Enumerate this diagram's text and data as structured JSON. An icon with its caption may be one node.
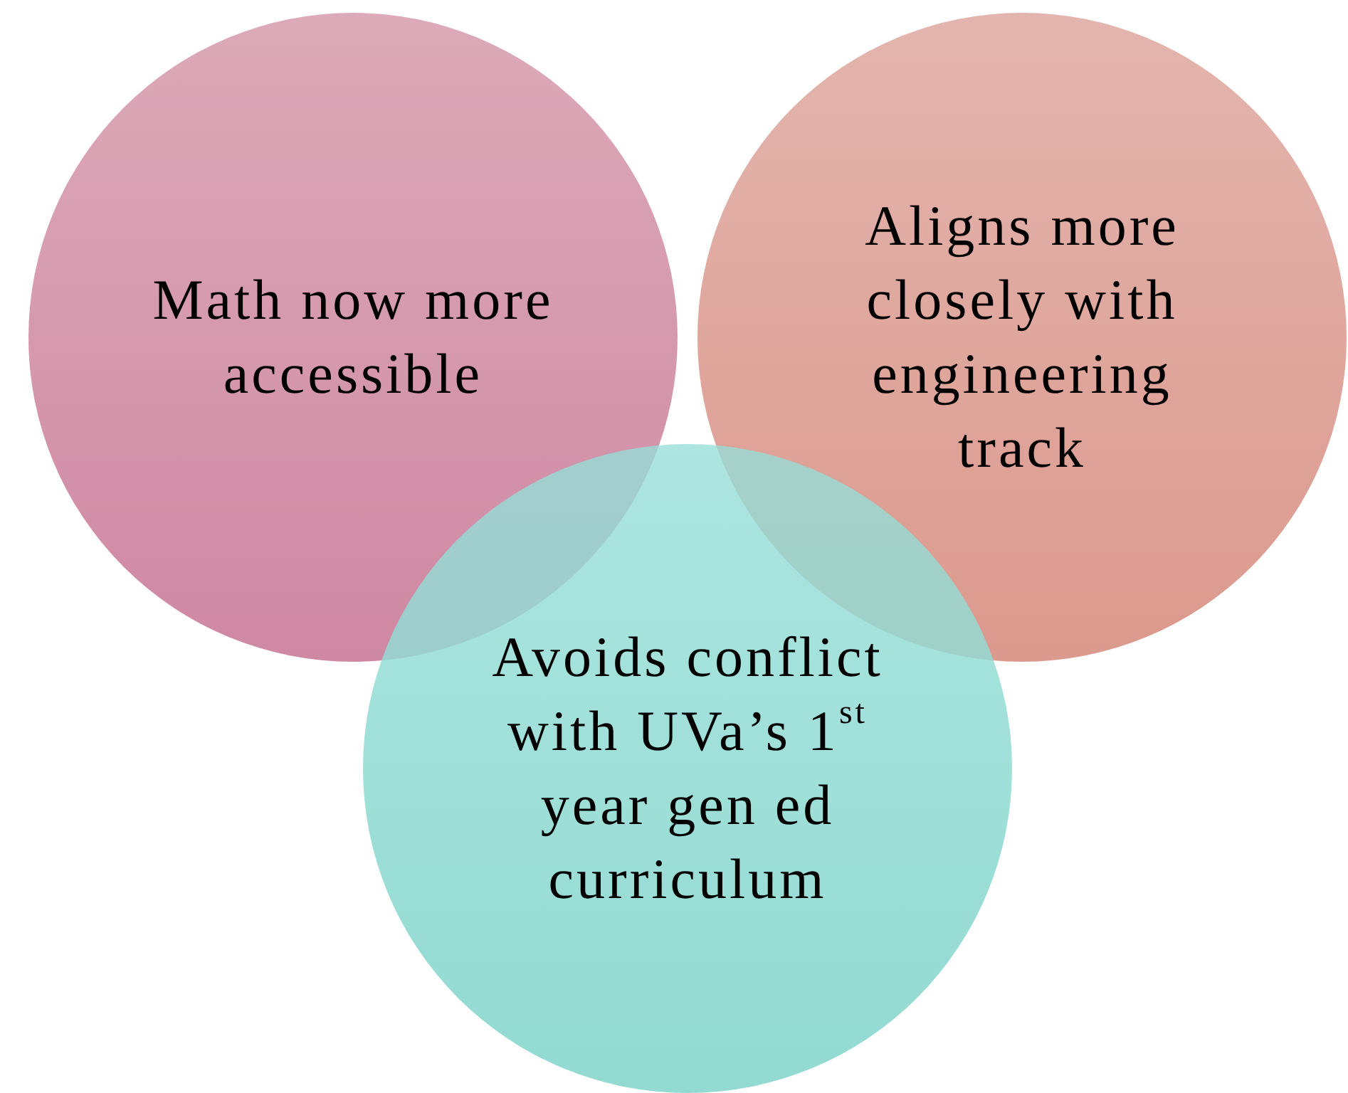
{
  "diagram": {
    "nodes": [
      {
        "text": [
          "Math now more accessible"
        ]
      },
      {
        "text": [
          "Aligns more closely with engineering track"
        ]
      },
      {
        "text": [
          "Avoids conflict with UVa’s 1$^{st}$ year gen ed curriculum"
        ]
      }
    ]
  }
}
